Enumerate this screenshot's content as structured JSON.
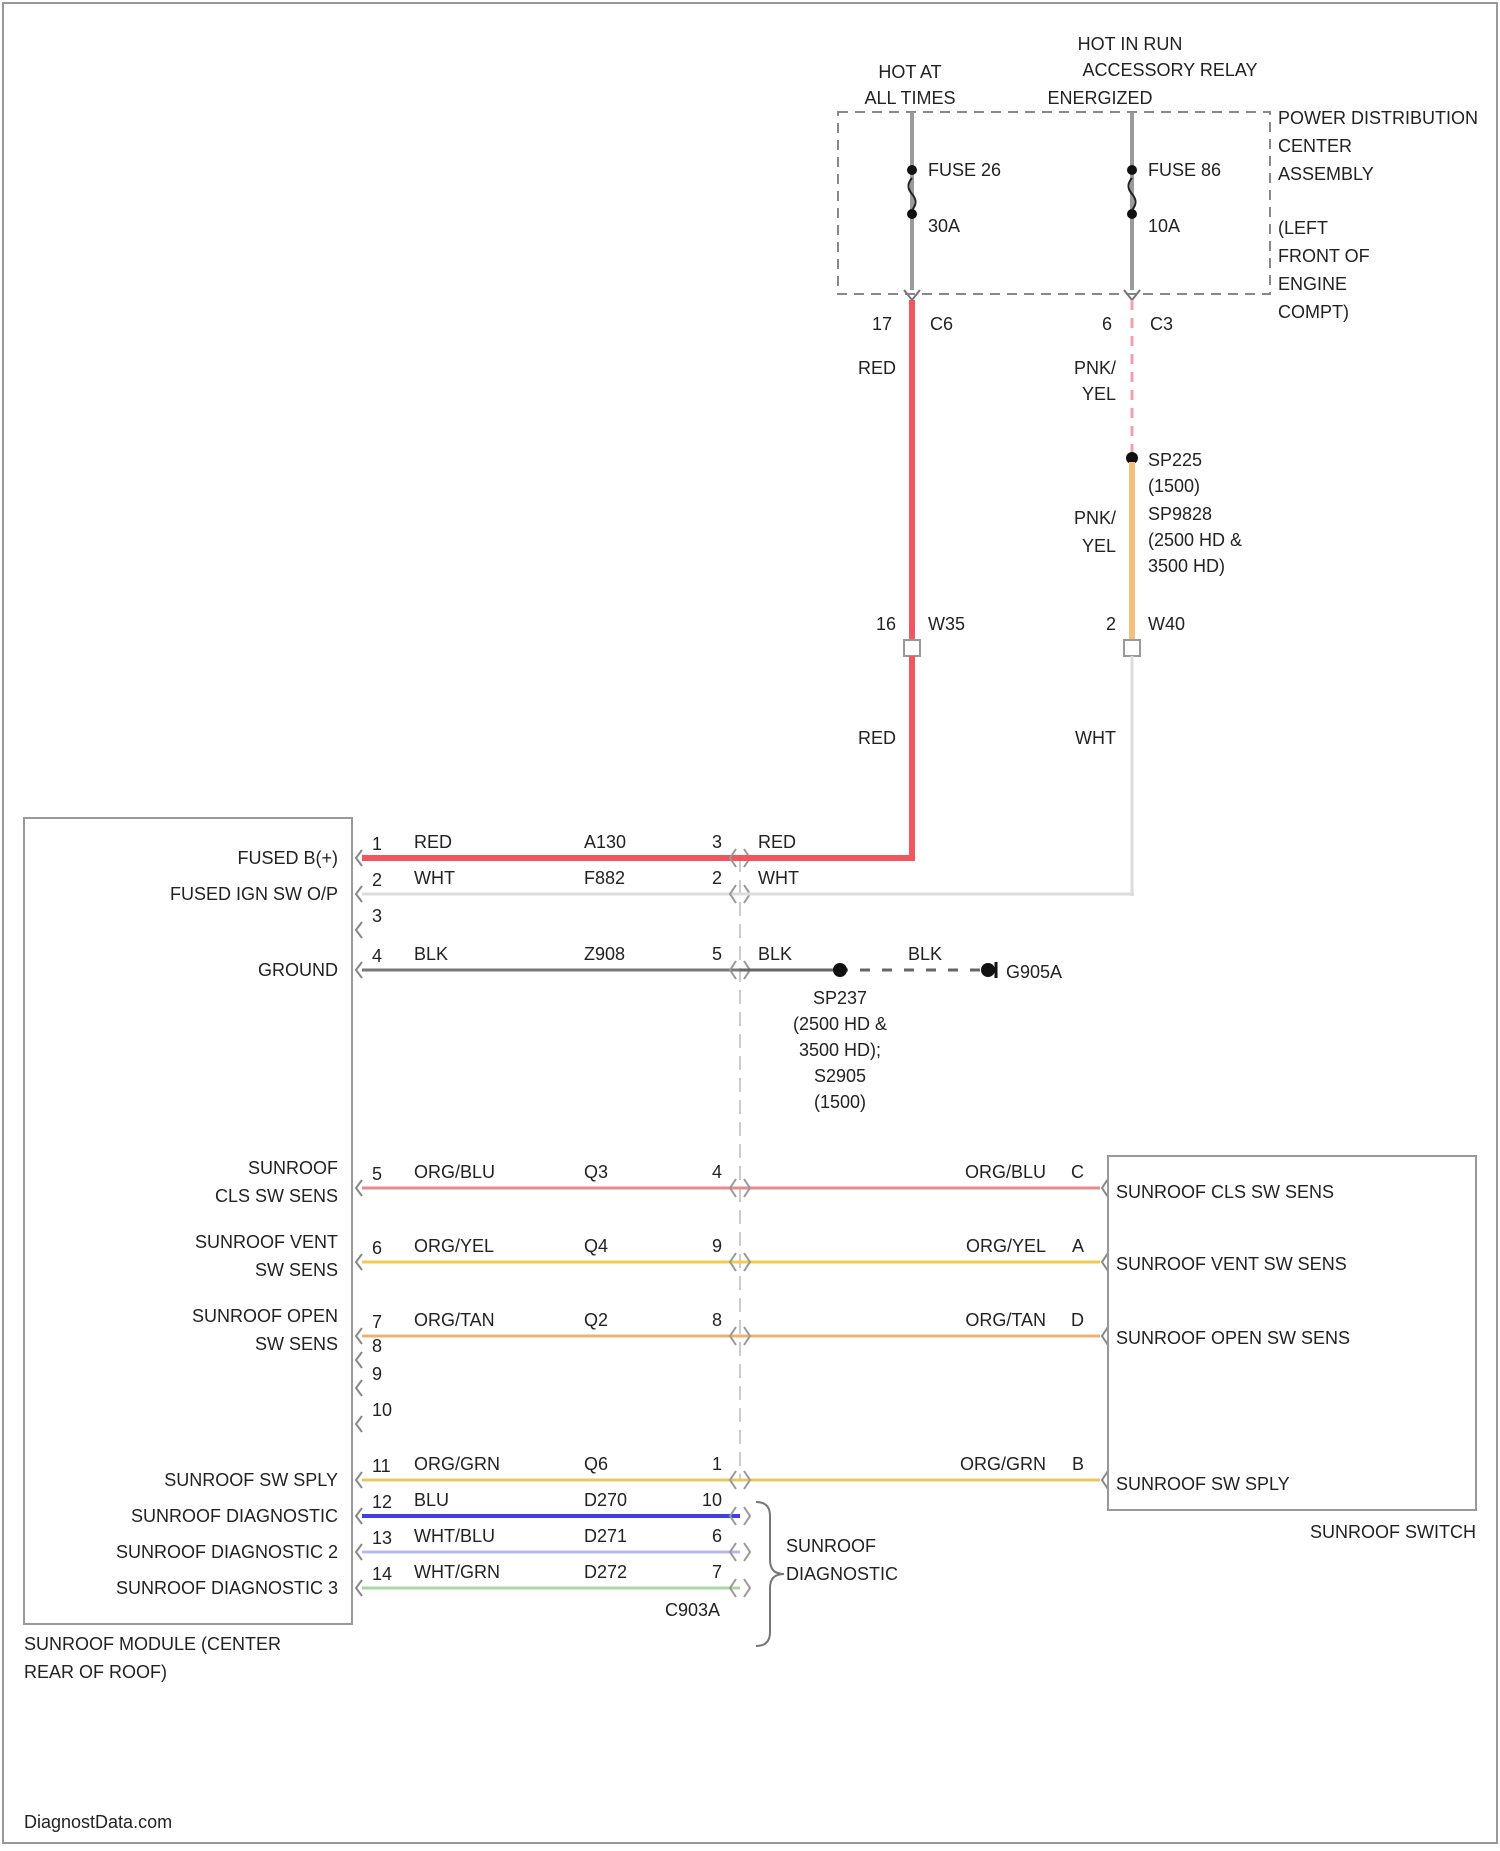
{
  "power_source": {
    "hot_at_all_times": [
      "HOT AT",
      "ALL TIMES"
    ],
    "hot_in_run": [
      "HOT IN RUN",
      "ACCESSORY RELAY",
      "ENERGIZED"
    ],
    "pdc_label": [
      "POWER DISTRIBUTION",
      "CENTER",
      "ASSEMBLY",
      "(LEFT",
      "FRONT OF",
      "ENGINE",
      "COMPT)"
    ],
    "fuse_left": {
      "name": "FUSE 26",
      "rating": "30A"
    },
    "fuse_right": {
      "name": "FUSE 86",
      "rating": "10A"
    },
    "conn_left": {
      "pin": "17",
      "name": "C6"
    },
    "conn_right": {
      "pin": "6",
      "name": "C3"
    }
  },
  "upper_wires": {
    "left_color_top": "RED",
    "right_color_top": [
      "PNK/",
      "YEL"
    ],
    "splice": [
      "SP225",
      "(1500)",
      "SP9828",
      "(2500 HD &",
      "3500 HD)"
    ],
    "right_color_mid": [
      "PNK/",
      "YEL"
    ],
    "inline_left": {
      "pin": "16",
      "name": "W35"
    },
    "inline_right": {
      "pin": "2",
      "name": "W40"
    },
    "left_color_bottom": "RED",
    "right_color_bottom": "WHT"
  },
  "module": {
    "title": [
      "SUNROOF MODULE (CENTER",
      "REAR OF ROOF)"
    ],
    "pins": [
      {
        "num": "1",
        "label": "FUSED B(+)",
        "color": "RED",
        "circuit": "A130",
        "conn_pin": "3",
        "right_color": "RED"
      },
      {
        "num": "2",
        "label": "FUSED IGN SW O/P",
        "color": "WHT",
        "circuit": "F882",
        "conn_pin": "2",
        "right_color": "WHT"
      },
      {
        "num": "3",
        "label": ""
      },
      {
        "num": "4",
        "label": "GROUND",
        "color": "BLK",
        "circuit": "Z908",
        "conn_pin": "5",
        "right_color": "BLK"
      },
      {
        "num": "5",
        "label": [
          "SUNROOF",
          "CLS SW SENS"
        ],
        "color": "ORG/BLU",
        "circuit": "Q3",
        "conn_pin": "4",
        "right_color": "ORG/BLU",
        "switch_pin": "C"
      },
      {
        "num": "6",
        "label": [
          "SUNROOF VENT",
          "SW SENS"
        ],
        "color": "ORG/YEL",
        "circuit": "Q4",
        "conn_pin": "9",
        "right_color": "ORG/YEL",
        "switch_pin": "A"
      },
      {
        "num": "7",
        "label": [
          "SUNROOF OPEN",
          "SW SENS"
        ],
        "color": "ORG/TAN",
        "circuit": "Q2",
        "conn_pin": "8",
        "right_color": "ORG/TAN",
        "switch_pin": "D"
      },
      {
        "num": "8",
        "label": ""
      },
      {
        "num": "9",
        "label": ""
      },
      {
        "num": "10",
        "label": ""
      },
      {
        "num": "11",
        "label": "SUNROOF SW SPLY",
        "color": "ORG/GRN",
        "circuit": "Q6",
        "conn_pin": "1",
        "right_color": "ORG/GRN",
        "switch_pin": "B"
      },
      {
        "num": "12",
        "label": "SUNROOF DIAGNOSTIC",
        "color": "BLU",
        "circuit": "D270",
        "conn_pin": "10"
      },
      {
        "num": "13",
        "label": "SUNROOF DIAGNOSTIC 2",
        "color": "WHT/BLU",
        "circuit": "D271",
        "conn_pin": "6"
      },
      {
        "num": "14",
        "label": "SUNROOF DIAGNOSTIC 3",
        "color": "WHT/GRN",
        "circuit": "D272",
        "conn_pin": "7"
      }
    ],
    "connector_name": "C903A"
  },
  "ground": {
    "splice": [
      "SP237",
      "(2500 HD &",
      "3500 HD);",
      "S2905",
      "(1500)"
    ],
    "wire_color": "BLK",
    "ground_name": "G905A"
  },
  "diagnostic_group": [
    "SUNROOF",
    "DIAGNOSTIC"
  ],
  "switch": {
    "title": "SUNROOF SWITCH",
    "pins": [
      "SUNROOF CLS SW SENS",
      "SUNROOF VENT SW SENS",
      "SUNROOF OPEN SW SENS",
      "SUNROOF SW SPLY"
    ]
  },
  "watermark": "DiagnostData.com",
  "colors": {
    "red": "#f05560",
    "pink": "#f2a0b0",
    "orange_light": "#f5c07a",
    "gray": "#9a9a9a",
    "blk": "#777777",
    "org_blu": "#e88a8a",
    "org_yel": "#f5c850",
    "org_tan": "#f0b070",
    "org_grn": "#e8c860",
    "blu": "#4040e0",
    "wht_blu": "#b8b8f0",
    "wht_grn": "#a8d8a0"
  }
}
